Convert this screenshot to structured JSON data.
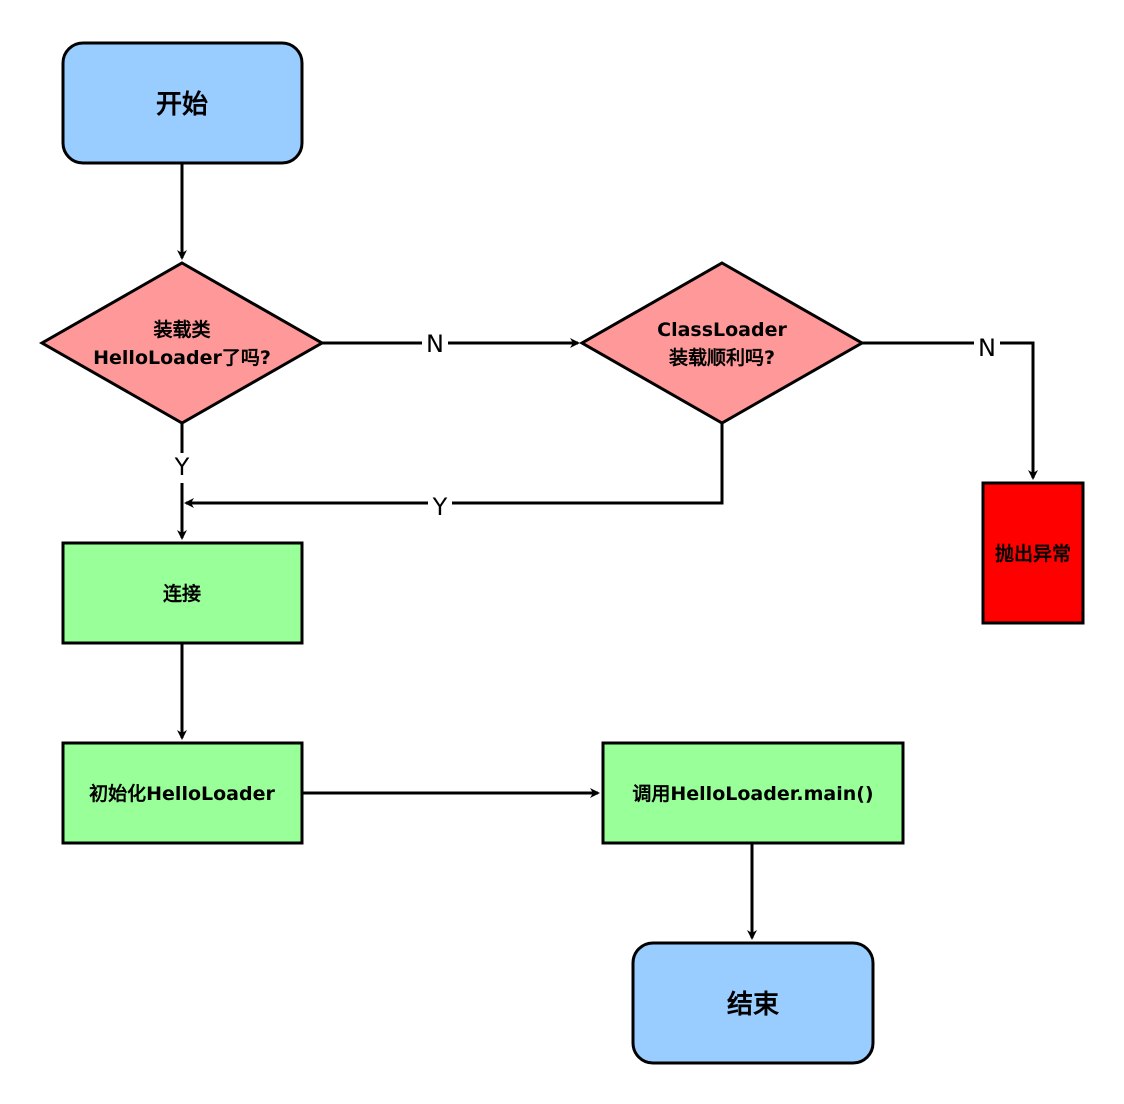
{
  "nodes": {
    "start": {
      "label": "开始"
    },
    "loaded_check": {
      "line1": "装载类",
      "line2": "HelloLoader了吗?"
    },
    "classloader_check": {
      "line1": "ClassLoader",
      "line2": "装载顺利吗?"
    },
    "throw_exception": {
      "label": "抛出异常"
    },
    "link": {
      "label": "连接"
    },
    "init": {
      "label": "初始化HelloLoader"
    },
    "invoke_main": {
      "label": "调用HelloLoader.main()"
    },
    "end": {
      "label": "结束"
    }
  },
  "edges": {
    "loaded_no": "N",
    "loaded_yes": "Y",
    "classloader_no": "N",
    "classloader_yes": "Y"
  },
  "colors": {
    "terminal_fill": "#99ccff",
    "decision_fill": "#ff9999",
    "process_fill": "#99ff99",
    "error_fill": "#ff0000",
    "stroke": "#000000"
  }
}
